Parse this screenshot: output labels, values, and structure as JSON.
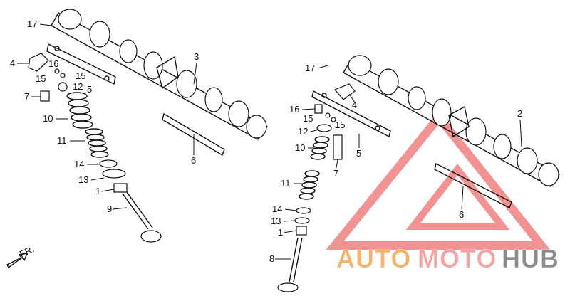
{
  "callouts": {
    "left": {
      "n17": "17",
      "n4": "4",
      "n16": "16",
      "n15a": "15",
      "n15b": "15",
      "n12": "12",
      "n5": "5",
      "n7": "7",
      "n10": "10",
      "n11": "11",
      "n14": "14",
      "n13": "13",
      "n1": "1",
      "n9": "9",
      "n3": "3",
      "n6": "6"
    },
    "right": {
      "n17": "17",
      "n16": "16",
      "n4": "4",
      "n15a": "15",
      "n15b": "15",
      "n12": "12",
      "n10": "10",
      "n5": "5",
      "n7": "7",
      "n11": "11",
      "n14": "14",
      "n13": "13",
      "n1": "1",
      "n8": "8",
      "n2": "2",
      "n6": "6"
    }
  },
  "front_marker": "FR.",
  "watermark": {
    "part1": "AUTO",
    "part2": "MOTO",
    "part3": "HUB",
    "color1": "#f6b26b",
    "color2": "#f4a3a3",
    "color3": "#8c8c8c",
    "triangle_color": "#f08080"
  }
}
